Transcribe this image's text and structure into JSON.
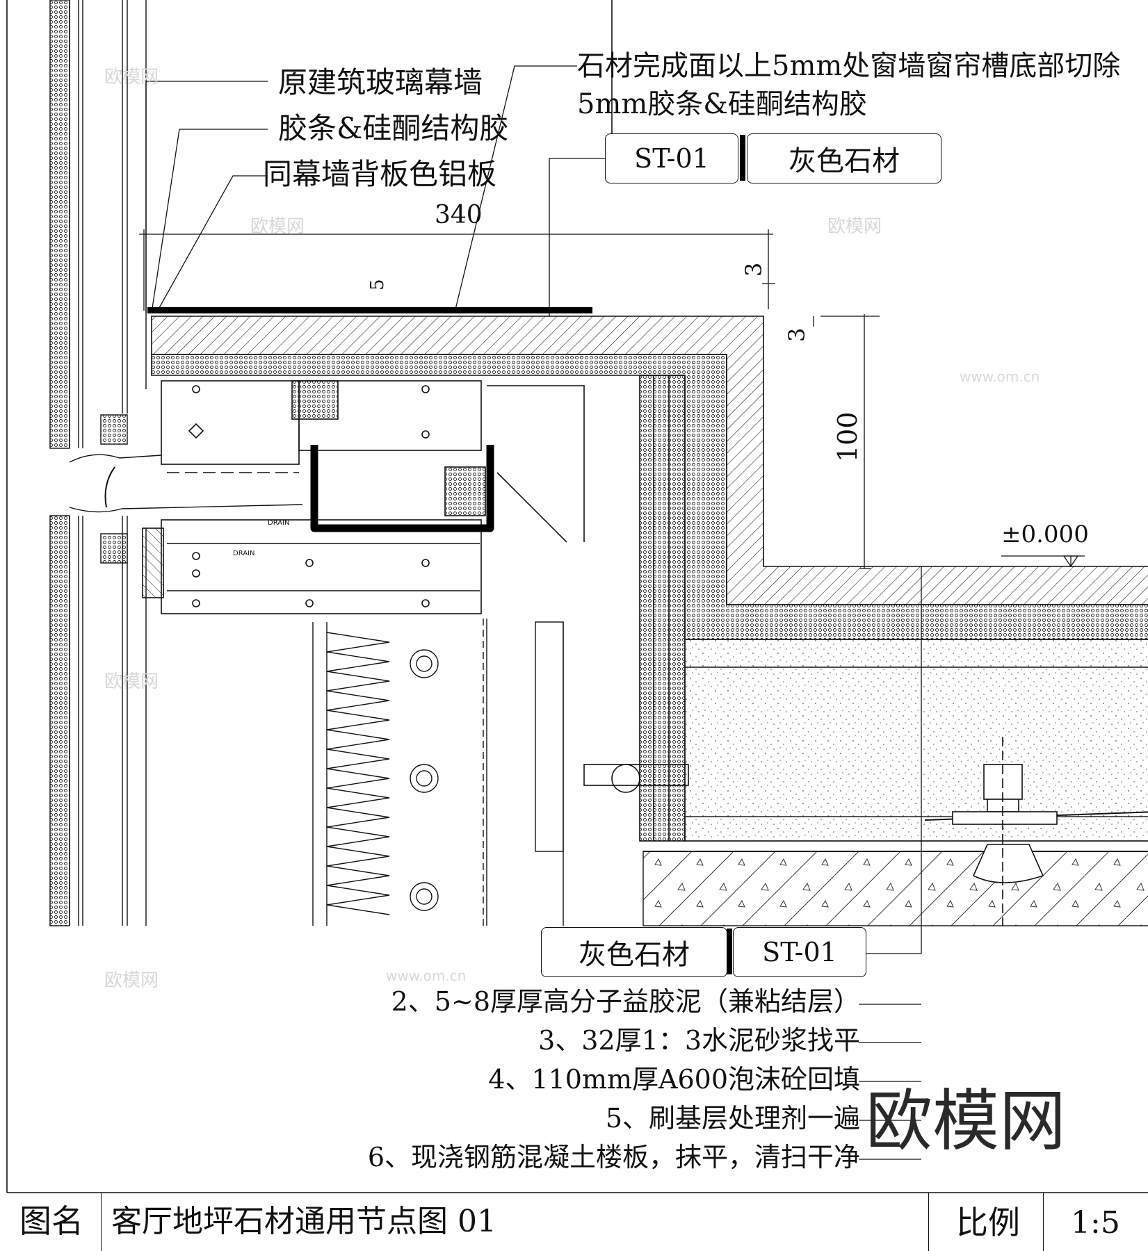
{
  "callouts": {
    "top_left": [
      "原建筑玻璃幕墙",
      "胶条&硅酮结构胶",
      "同幕墙背板色铝板"
    ],
    "top_right_line1": "石材完成面以上5mm处窗墙窗帘槽底部切除",
    "top_right_line2": "5mm胶条&硅酮结构胶"
  },
  "material_tags": {
    "top": {
      "code": "ST-01",
      "name": "灰色石材"
    },
    "bottom": {
      "code": "ST-01",
      "name": "灰色石材"
    }
  },
  "dimensions": {
    "width_340": "340",
    "gap_5": "5",
    "offset_3a": "3",
    "offset_3b": "3",
    "height_100": "100",
    "level": "±0.000"
  },
  "small_labels": {
    "drain_1": "DRAIN",
    "drain_2": "DRAIN"
  },
  "layers": [
    "2、5~8厚厚高分子益胶泥（兼粘结层）",
    "3、32厚1：3水泥砂浆找平",
    "4、110mm厚A600泡沫砼回填",
    "5、刷基层处理剂一遍",
    "6、现浇钢筋混凝土楼板，抹平，清扫干净"
  ],
  "title_block": {
    "name_label": "图名",
    "name_value": "客厅地坪石材通用节点图 01",
    "scale_label": "比例",
    "scale_value": "1:5"
  },
  "watermarks": {
    "small": "欧模网",
    "site": "www.om.cn",
    "big": "欧模网"
  }
}
